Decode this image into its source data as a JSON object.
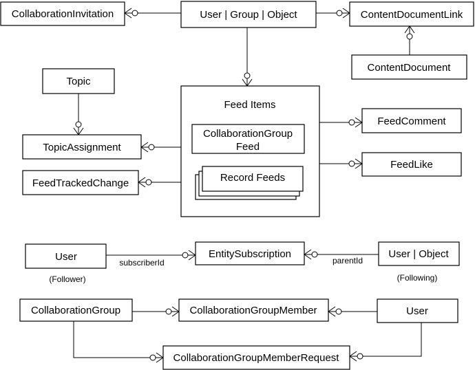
{
  "entities": {
    "collaboration_invitation": "CollaborationInvitation",
    "user_group_object": "User | Group | Object",
    "content_document_link": "ContentDocumentLink",
    "content_document": "ContentDocument",
    "topic": "Topic",
    "topic_assignment": "TopicAssignment",
    "feed_tracked_change": "FeedTrackedChange",
    "feed_comment": "FeedComment",
    "feed_like": "FeedLike",
    "feed_items_title": "Feed Items",
    "collaboration_group_feed_line1": "CollaborationGroup",
    "collaboration_group_feed_line2": "Feed",
    "record_feeds": "Record Feeds",
    "user_follower": "User",
    "entity_subscription": "EntitySubscription",
    "user_object_following": "User | Object",
    "collaboration_group": "CollaborationGroup",
    "collaboration_group_member": "CollaborationGroupMember",
    "user_member": "User",
    "collaboration_group_member_request": "CollaborationGroupMemberRequest"
  },
  "labels": {
    "subscriber_id": "subscriberId",
    "parent_id": "parentId",
    "follower": "(Follower)",
    "following": "(Following)"
  }
}
